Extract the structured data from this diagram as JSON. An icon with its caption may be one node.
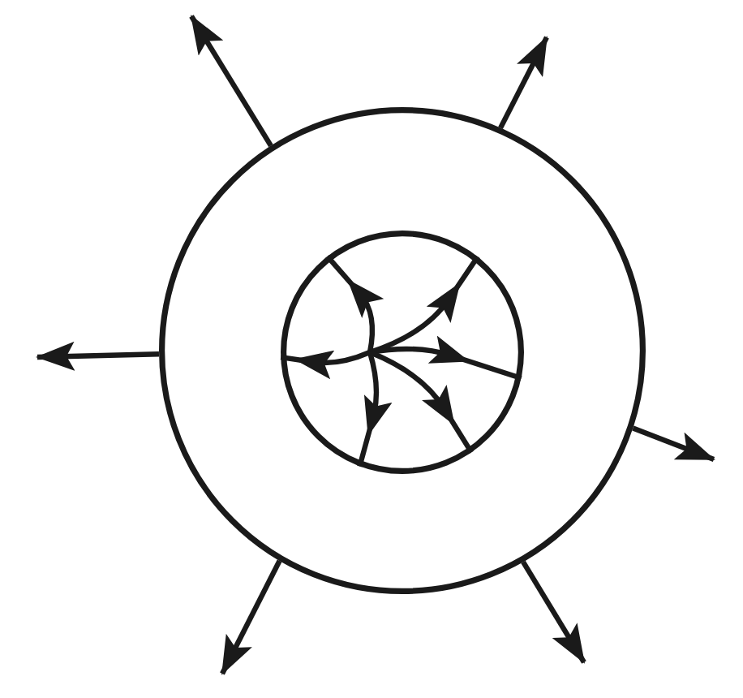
{
  "diagram": {
    "nodes": [
      {
        "text": [],
        "shape": "circle"
      },
      {
        "text": [],
        "shape": "circle",
        "in": 0
      }
    ],
    "edges": [
      {
        "from": 0,
        "to": null,
        "arrow": "to"
      },
      {
        "from": 0,
        "to": null,
        "arrow": "to"
      },
      {
        "from": 0,
        "to": null,
        "arrow": "to"
      },
      {
        "from": 0,
        "to": null,
        "arrow": "to"
      },
      {
        "from": 0,
        "to": null,
        "arrow": "to"
      },
      {
        "from": 0,
        "to": null,
        "arrow": "to"
      },
      {
        "from": null,
        "to": 1,
        "arrow": "to"
      },
      {
        "from": null,
        "to": 1,
        "arrow": "to"
      },
      {
        "from": null,
        "to": 1,
        "arrow": "to"
      },
      {
        "from": null,
        "to": 1,
        "arrow": "to"
      },
      {
        "from": null,
        "to": 1,
        "arrow": "to"
      },
      {
        "from": null,
        "to": 1,
        "arrow": "to"
      }
    ]
  }
}
